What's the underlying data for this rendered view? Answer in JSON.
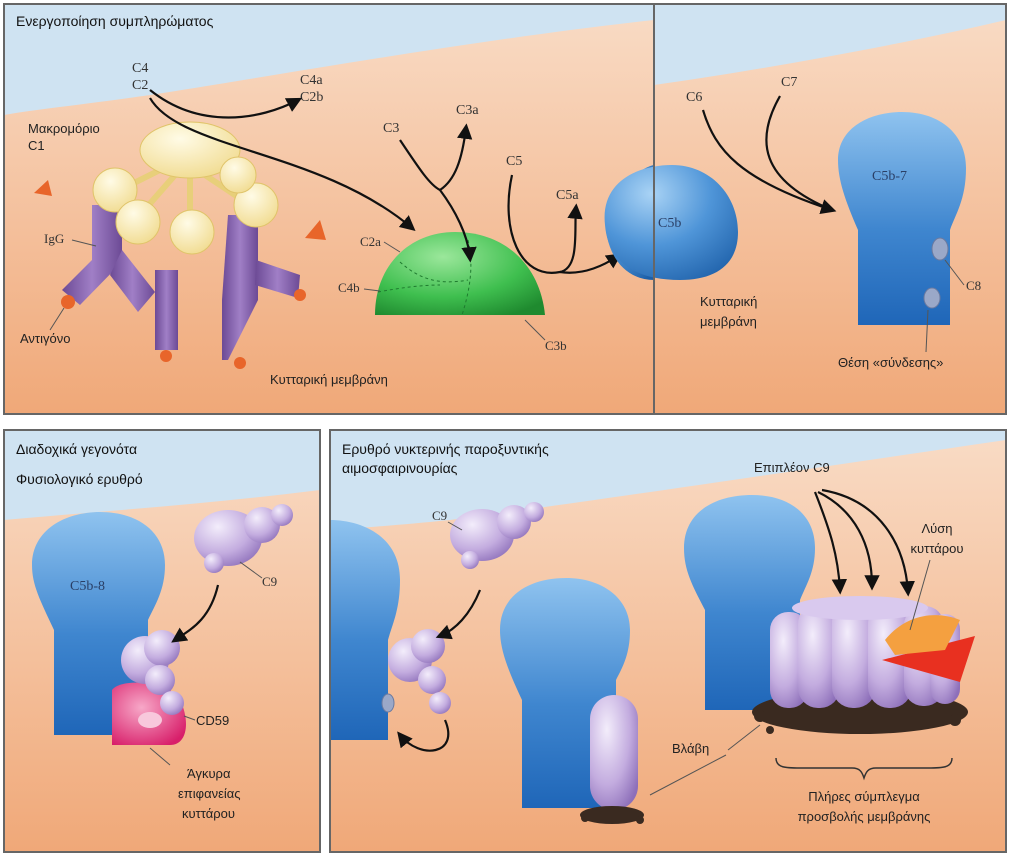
{
  "panels": {
    "activation": {
      "title": "Ενεργοποίηση συμπληρώματος",
      "c4": "C4",
      "c2": "C2",
      "c4a": "C4a",
      "c2b": "C2b",
      "c1_line1": "Μακρομόριο",
      "c1_line2": "C1",
      "igg": "IgG",
      "antigen": "Αντιγόνο",
      "c3": "C3",
      "c3a": "C3a",
      "c5": "C5",
      "c5a": "C5a",
      "c2a": "C2a",
      "c4b": "C4b",
      "c3b": "C3b",
      "membrane": "Κυτταρική μεμβράνη"
    },
    "mac": {
      "c6": "C6",
      "c7": "C7",
      "c5b": "C5b",
      "c5b7": "C5b-7",
      "c8": "C8",
      "membrane_line1": "Κυτταρική",
      "membrane_line2": "μεμβράνη",
      "binding_site": "Θέση «σύνδεσης»"
    },
    "normal": {
      "title_line1": "Διαδοχικά γεγονότα",
      "title_line2": "Φυσιολογικό ερυθρό",
      "c5b8": "C5b-8",
      "c9": "C9",
      "cd59": "CD59",
      "anchor_line1": "Άγκυρα",
      "anchor_line2": "επιφανείας",
      "anchor_line3": "κυττάρου"
    },
    "pnh": {
      "title_line1": "Ερυθρό νυκτερινής παροξυντικής",
      "title_line2": "αιμοσφαιρινουρίας",
      "c9": "C9",
      "extra_c9": "Επιπλέον C9",
      "lysis_line1": "Λύση",
      "lysis_line2": "κυττάρου",
      "lesion": "Βλάβη",
      "mac_line1": "Πλήρες σύμπλεγμα",
      "mac_line2": "προσβολής μεμβράνης"
    }
  },
  "colors": {
    "membrane": "#f3b890",
    "sky": "#cfe3f2",
    "blue_protein": "#3f86cf",
    "green_protein": "#3fbf4f",
    "purple_protein": "#b9a2d8",
    "igg": "#8a64b0",
    "c1": "#f6e6a6",
    "cd59": "#e8307a",
    "lysis": "#e83020"
  }
}
